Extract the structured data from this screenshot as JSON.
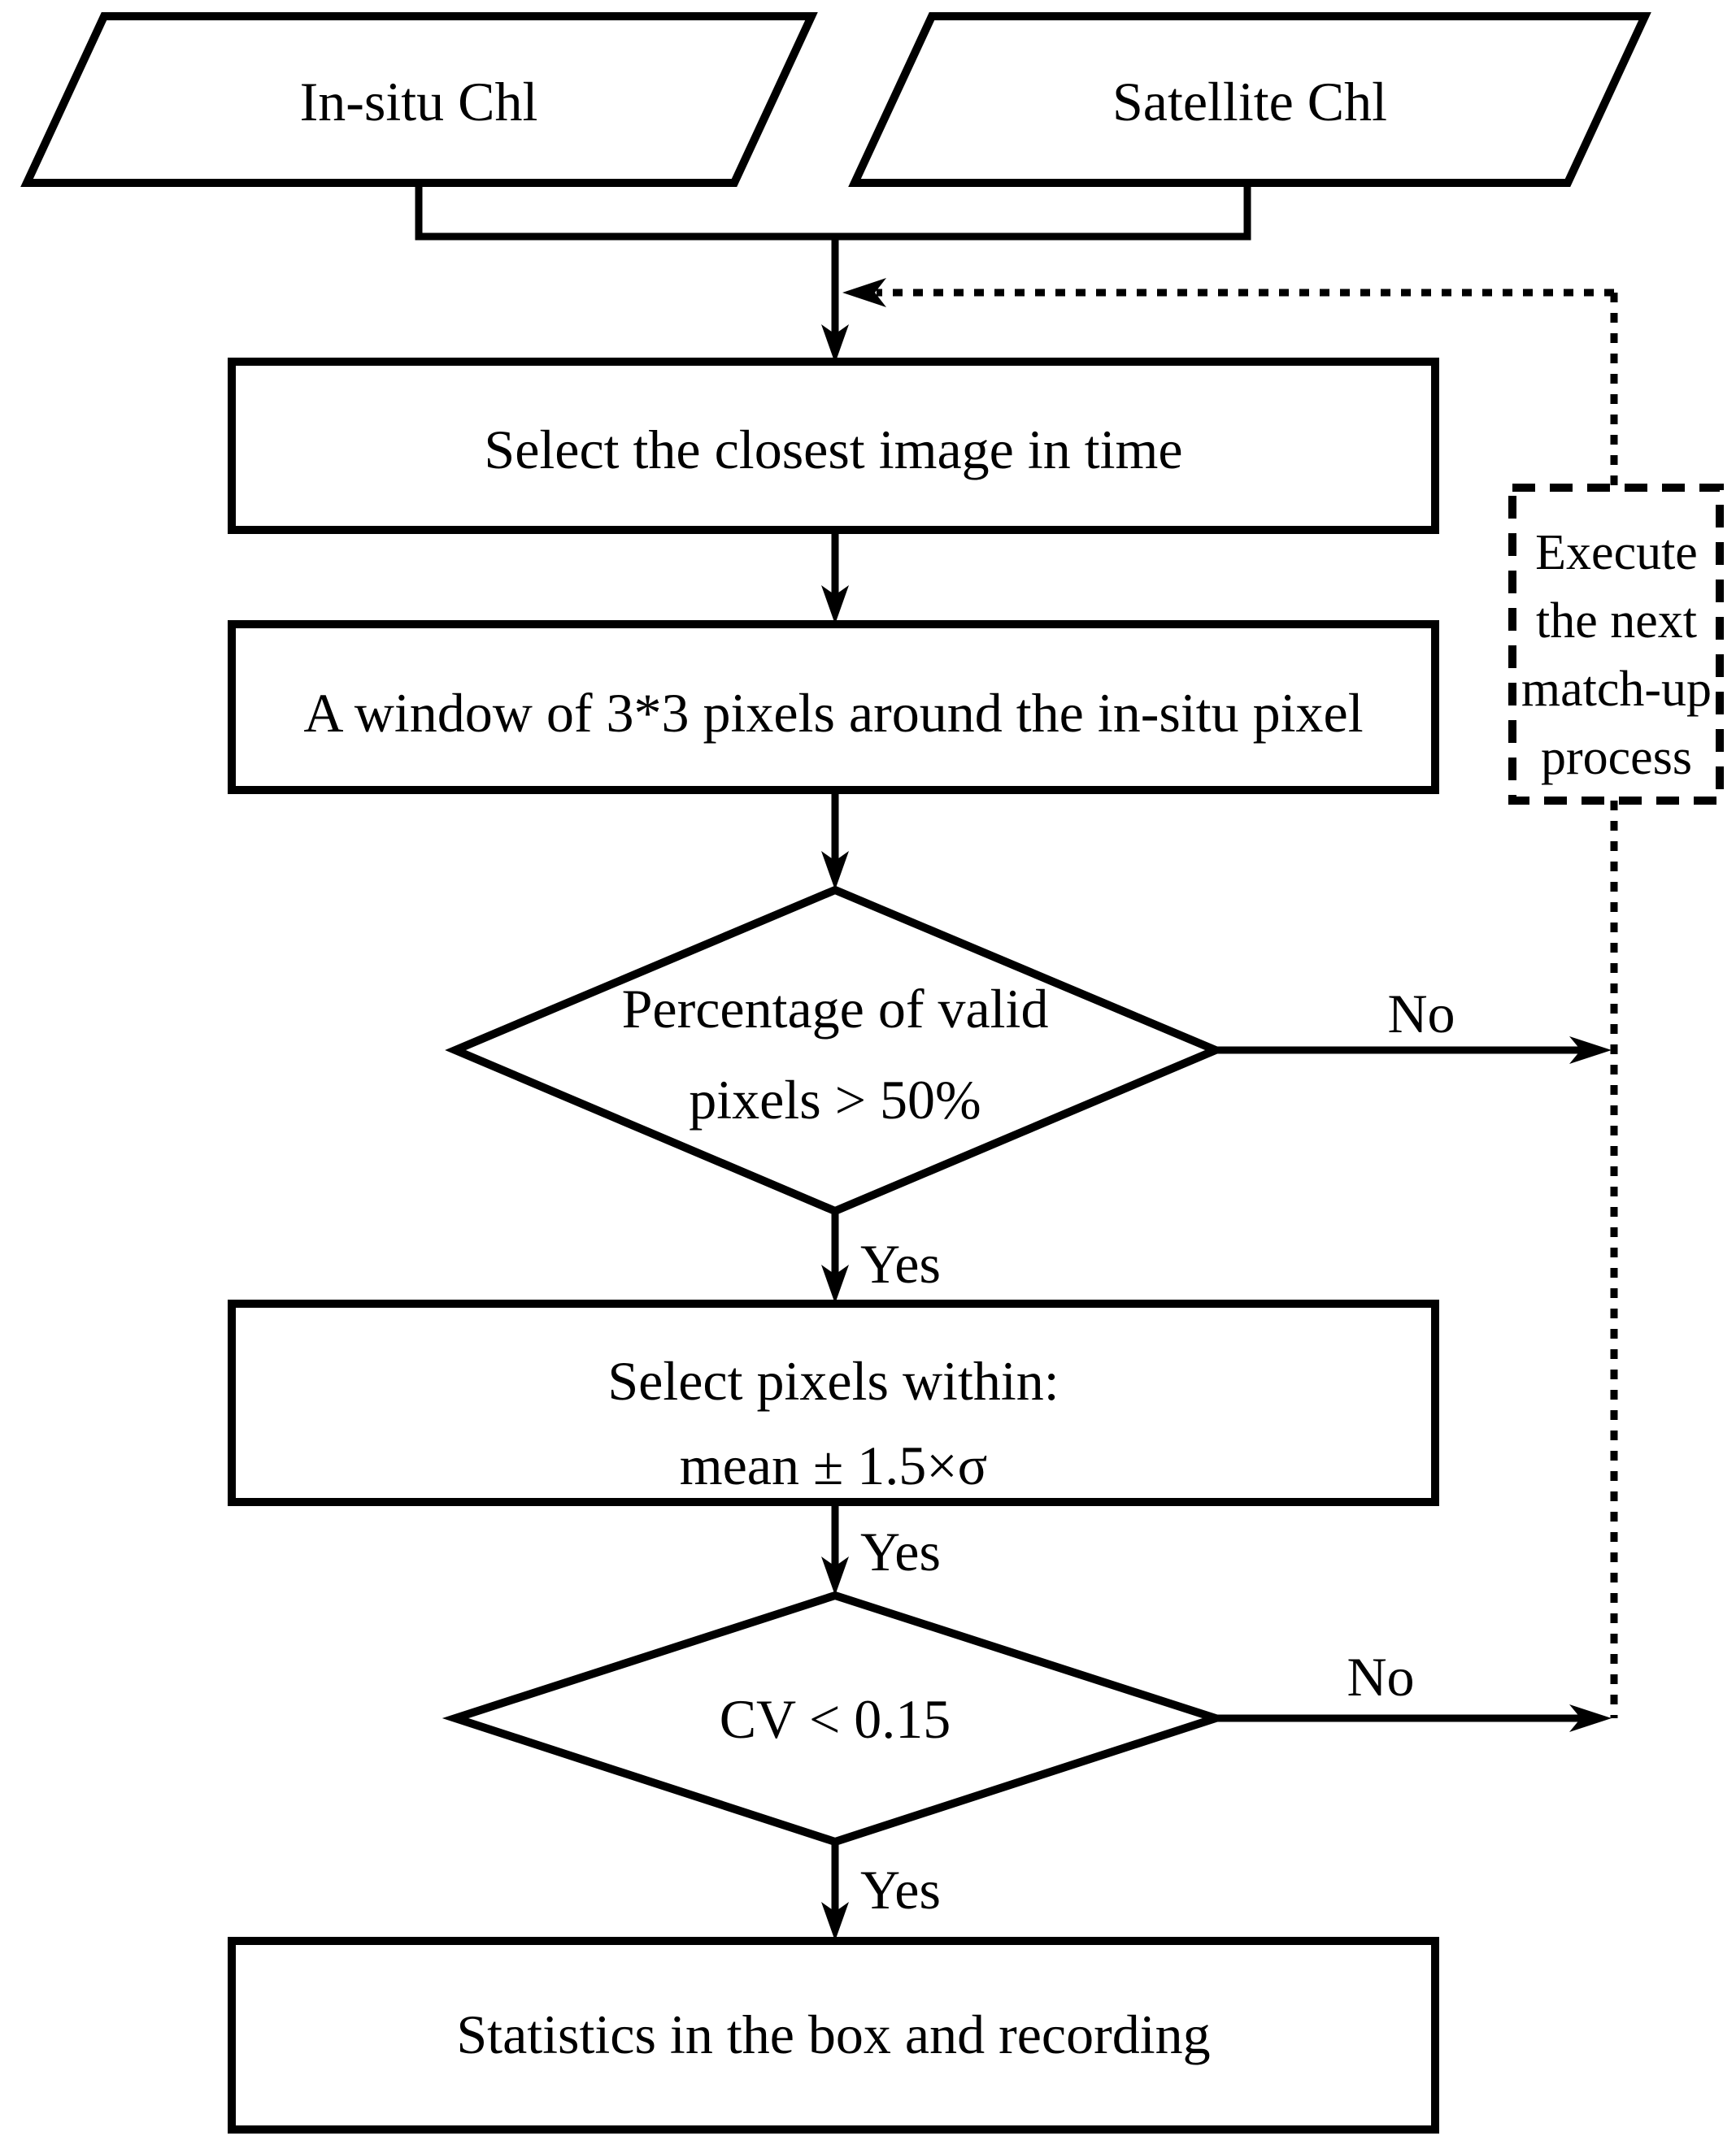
{
  "flowchart": {
    "colors": {
      "background": "#ffffff",
      "stroke": "#000000",
      "text": "#000000"
    },
    "inputs": {
      "insitu": {
        "label": "In-situ Chl"
      },
      "satellite": {
        "label": "Satellite Chl"
      }
    },
    "steps": {
      "select_image": "Select the closest image in time",
      "window": "A window of 3*3 pixels around the in-situ pixel",
      "select_pixels_line1": "Select pixels within:",
      "select_pixels_line2": "mean ± 1.5×σ",
      "statistics": "Statistics in the box and recording"
    },
    "decisions": {
      "valid_pixels_line1": "Percentage of valid",
      "valid_pixels_line2": "pixels > 50%",
      "cv": "CV < 0.15"
    },
    "loop_box": {
      "line1": "Execute",
      "line2": "the next",
      "line3": "match-up",
      "line4": "process"
    },
    "edge_labels": {
      "yes1": "Yes",
      "yes2": "Yes",
      "yes3": "Yes",
      "no1": "No",
      "no2": "No"
    }
  }
}
